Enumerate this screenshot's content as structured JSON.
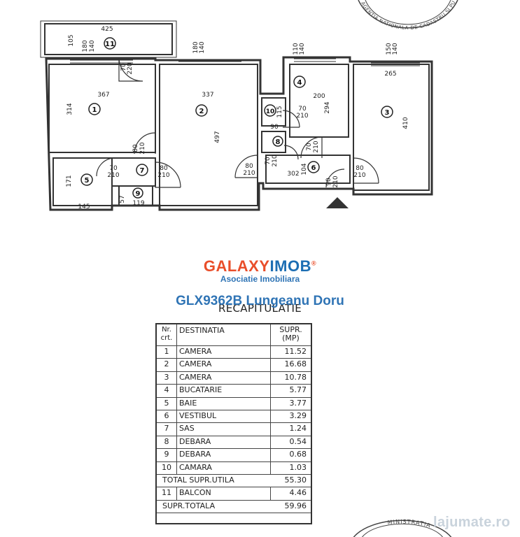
{
  "plan": {
    "rooms": [
      {
        "no": "1"
      },
      {
        "no": "2"
      },
      {
        "no": "3"
      },
      {
        "no": "4"
      },
      {
        "no": "5"
      },
      {
        "no": "6"
      },
      {
        "no": "7"
      },
      {
        "no": "8"
      },
      {
        "no": "9"
      },
      {
        "no": "10"
      },
      {
        "no": "11"
      }
    ],
    "dims": {
      "balcony_w": "425",
      "balcony_h": "105",
      "balcony_win_a": "180",
      "balcony_win_b": "140",
      "door11_a": "70",
      "door11_b": "220",
      "win2_a": "180",
      "win2_b": "140",
      "r1_w": "367",
      "r1_h": "314",
      "r2_w": "337",
      "r2_h": "497",
      "win4_a": "110",
      "win4_b": "140",
      "win3_a": "150",
      "win3_b": "140",
      "r3_w": "265",
      "r3_h": "410",
      "r4_w": "200",
      "r4_h": "294",
      "r10_a": "115",
      "r10_b": "90",
      "d10_a": "70",
      "d10_b": "210",
      "d1_a": "80",
      "d1_b": "210",
      "d7_a": "70",
      "d7_b": "210",
      "d2_a": "80",
      "d2_b": "210",
      "d2b_a": "80",
      "d2b_b": "210",
      "d8_a": "70",
      "d8_b": "210",
      "d4_a": "70",
      "d4_b": "210",
      "d3_a": "80",
      "d3_b": "210",
      "r6_w": "302",
      "r6_h": "104",
      "d6_a": "90",
      "d6_b": "210",
      "r5_h": "171",
      "r5_w": "145",
      "r9_a": "57",
      "r9_w": "119"
    }
  },
  "brand": {
    "name_a": "GALAXY",
    "name_b": "IMOB",
    "reg": "®",
    "subtitle": "Asociatie Imobiliara"
  },
  "listing_ref": "GLX9362B Lungeanu Doru",
  "recap": {
    "title": "RECAPITULATIE",
    "header": {
      "nr": "Nr.",
      "crt": "crt.",
      "dest": "DESTINATIA",
      "supr": "SUPR.",
      "unit": "(MP)"
    },
    "rows": [
      {
        "nr": "1",
        "dest": "CAMERA",
        "supr": "11.52"
      },
      {
        "nr": "2",
        "dest": "CAMERA",
        "supr": "16.68"
      },
      {
        "nr": "3",
        "dest": "CAMERA",
        "supr": "10.78"
      },
      {
        "nr": "4",
        "dest": "BUCATARIE",
        "supr": "5.77"
      },
      {
        "nr": "5",
        "dest": "BAIE",
        "supr": "3.77"
      },
      {
        "nr": "6",
        "dest": "VESTIBUL",
        "supr": "3.29"
      },
      {
        "nr": "7",
        "dest": "SAS",
        "supr": "1.24"
      },
      {
        "nr": "8",
        "dest": "DEBARA",
        "supr": "0.54"
      },
      {
        "nr": "9",
        "dest": "DEBARA",
        "supr": "0.68"
      },
      {
        "nr": "10",
        "dest": "CAMARA",
        "supr": "1.03"
      }
    ],
    "total_util": {
      "label": "TOTAL SUPR.UTILA",
      "supr": "55.30"
    },
    "balcony": {
      "nr": "11",
      "dest": "BALCON",
      "supr": "4.46"
    },
    "total": {
      "label": "SUPR.TOTALA",
      "supr": "59.96"
    }
  },
  "watermark": "lajumate.ro",
  "stamps": {
    "top": {
      "text": "AGENTIA NATIONALA DE CADASTRU SI PUBLICITATE IMOBILIARA · OFICIUL DE CADASTRU SI · Dire"
    },
    "bottom": {
      "text": "MINISTRATIA"
    }
  }
}
